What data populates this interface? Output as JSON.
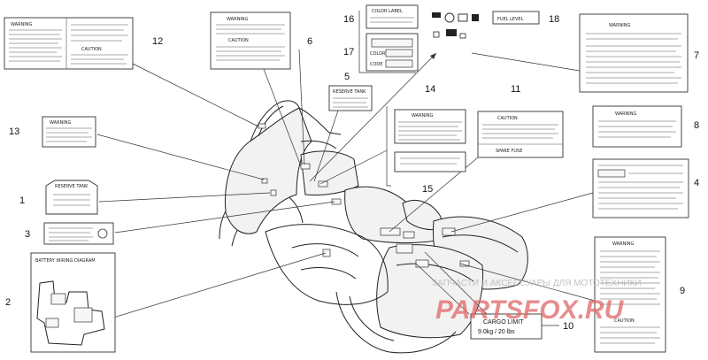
{
  "labels": {
    "l1": {
      "num": "1",
      "text": "RESERVE TANK"
    },
    "l2": {
      "num": "2",
      "text": "BATTERY WIRING DIAGRAM"
    },
    "l3": {
      "num": "3"
    },
    "l4": {
      "num": "4"
    },
    "l5": {
      "num": "5",
      "text": "RESERVE TANK"
    },
    "l6": {
      "num": "6",
      "warning": "WARNING",
      "caution": "CAUTION"
    },
    "l7": {
      "num": "7",
      "warning": "WARNING"
    },
    "l8": {
      "num": "8",
      "warning": "WARNING"
    },
    "l9": {
      "num": "9",
      "warning": "WARNING",
      "caution": "CAUTION"
    },
    "l10": {
      "num": "10",
      "line1": "CARGO LIMIT",
      "line2": "9.0kg / 20 lbs"
    },
    "l11": {
      "num": "11",
      "caution": "CAUTION",
      "spare": "SPARE FUSE"
    },
    "l12": {
      "num": "12",
      "warning": "WARNING",
      "caution": "CAUTION"
    },
    "l13": {
      "num": "13",
      "warning": "WARNING"
    },
    "l14": {
      "num": "14",
      "warning": "WARNING"
    },
    "l15": {
      "num": "15"
    },
    "l16": {
      "num": "16",
      "text": "COLOR LABEL"
    },
    "l17": {
      "num": "17",
      "row1": "COLOR",
      "row2": "CODE"
    },
    "l18": {
      "num": "18",
      "text": "FUEL LEVEL"
    }
  },
  "watermark": {
    "line1": "ЗАПЧАСТИ И АКСЕССУАРЫ ДЛЯ МОТОТЕХНИКИ",
    "line2": "PARTSFOX.RU"
  },
  "colors": {
    "ink": "#222222",
    "watermark_red": "#e06666",
    "watermark_gray": "#b0b0b0"
  }
}
